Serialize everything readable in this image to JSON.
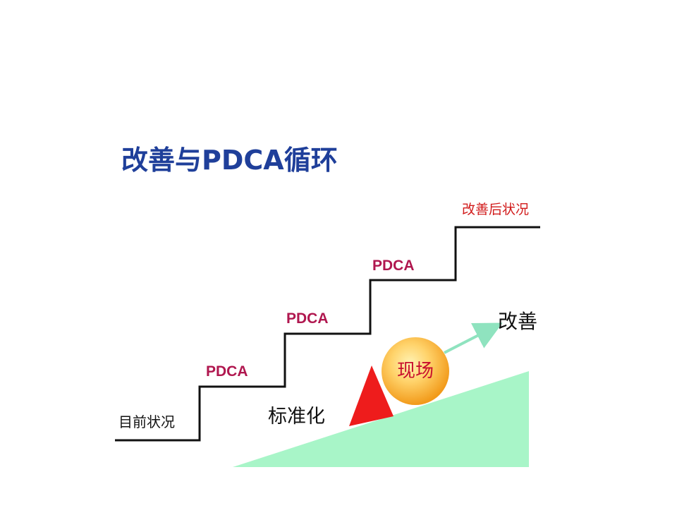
{
  "title": "改善与PDCA循环",
  "labels": {
    "current_state": "目前状况",
    "after_state": "改善后状况",
    "pdca_1": "PDCA",
    "pdca_2": "PDCA",
    "pdca_3": "PDCA",
    "standardize": "标准化",
    "improve": "改善",
    "gemba": "现场"
  },
  "colors": {
    "title": "#1f3f9a",
    "pdca_text": "#b0174f",
    "after_text": "#d11a1a",
    "slope_fill": "#a8f5c8",
    "wedge_fill": "#ee1c1c",
    "ball_outer": "#f5a623",
    "ball_inner": "#ffe08a",
    "arrow": "#8fe3bf",
    "stairs": "#111111"
  }
}
